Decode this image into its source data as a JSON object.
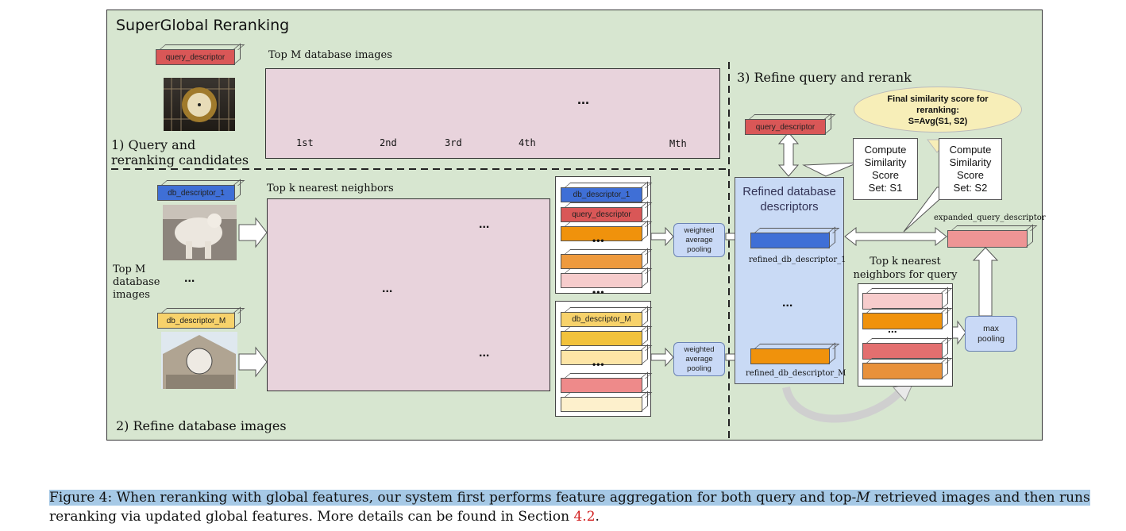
{
  "diagram": {
    "title": "SuperGlobal Reranking",
    "section1": {
      "label_line1": "1) Query and",
      "label_line2": "reranking candidates",
      "query_descriptor": "query_descriptor",
      "topm_title": "Top M database images",
      "ranks": [
        "1st",
        "2nd",
        "3rd",
        "4th",
        "Mth"
      ],
      "ellipsis": "..."
    },
    "section2": {
      "label": "2) Refine database images",
      "db_descriptor_1": "db_descriptor_1",
      "db_descriptor_M": "db_descriptor_M",
      "left_label": [
        "Top M",
        "database",
        "images"
      ],
      "topk_title": "Top k nearest neighbors",
      "stack1_labels": [
        "db_descriptor_1",
        "query_descriptor"
      ],
      "stack2_labels": [
        "db_descriptor_M"
      ],
      "pooling": [
        "weighted",
        "average",
        "pooling"
      ],
      "ellipsis": "...",
      "dots": "•••"
    },
    "section3": {
      "label": "3) Refine query and rerank",
      "query_descriptor": "query_descriptor",
      "final_score": [
        "Final similarity score for",
        "reranking:",
        "S=Avg(S1, S2)"
      ],
      "compute1": [
        "Compute",
        "Similarity",
        "Score",
        "Set: S1"
      ],
      "compute2": [
        "Compute",
        "Similarity",
        "Score",
        "Set: S2"
      ],
      "refined_title": [
        "Refined database",
        "descriptors"
      ],
      "refined_1": "refined_db_descriptor_1",
      "refined_M": "refined_db_descriptor_M",
      "expanded": "expanded_query_descriptor",
      "topk_query": [
        "Top k nearest",
        "neighbors for query"
      ],
      "max_pooling": [
        "max",
        "pooling"
      ],
      "ellipsis": "..."
    },
    "colors": {
      "background": "#d7e6d0",
      "pink": "#e8d3dc",
      "refined": "#c9daf5",
      "blue": "#3f6fd6",
      "red": "#d95757",
      "orange": "#f0920c",
      "yellow": "#f7d26b"
    }
  },
  "caption": {
    "part1": "Figure 4: When reranking with global features, our system first performs feature aggregation for both query and top-",
    "m": "M",
    "part2": " retrieved images and then runs",
    "line2a": "reranking via updated global features. More details can be found in Section ",
    "ref": "4.2",
    "line2b": "."
  }
}
